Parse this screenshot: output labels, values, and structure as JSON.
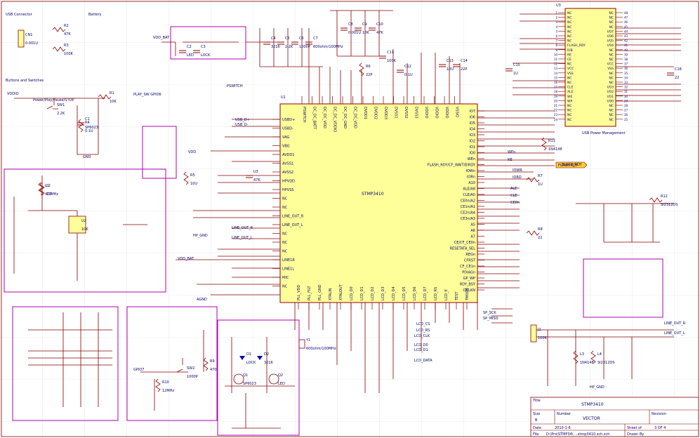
{
  "colors": {
    "wire": "#8b0000",
    "box": "#b000b0",
    "body": "#ffff99",
    "text": "#000066",
    "grid": "#d8d8d8",
    "netlabel": "#ffcc33",
    "blue": "#0000aa"
  },
  "sections": {
    "usb_connector": "USB Connector",
    "battery": "Battery",
    "buttons": "Buttons and Switches",
    "play_label": "Power/Play/Pause/STOP",
    "usb_power": "USB Power Management"
  },
  "chip": {
    "ref": "U1",
    "name": "STMP3410"
  },
  "left_pins": [
    "USBD+",
    "USBD-",
    "VAG",
    "VBG",
    "AVDD1",
    "AVSS1",
    "AVSS2",
    "HPVDD",
    "HPVSS",
    "NC",
    "NC",
    "LINE_OUT_R",
    "LINE_OUT_L",
    "NC",
    "NC",
    "NC",
    "LINE1R",
    "LINE1L",
    "MIC",
    "NC"
  ],
  "top_pins": [
    "PSWITCH",
    "DC_DC_BATT",
    "DC_DC_VDD",
    "DC_DC_VDDIO",
    "DC_DC_GND",
    "DC_DC_VDD",
    "DVDD1",
    "DVDD2",
    "DVDD3",
    "DVSS1",
    "DVSS2",
    "DVSS3",
    "VDDIO",
    "VDDIO",
    "VDDIO",
    "VSSIO"
  ],
  "right_pins": [
    "IO7",
    "IO6",
    "IO5",
    "IO4",
    "IO3",
    "IO2",
    "IO1",
    "IO0",
    "WEn",
    "FLASH_RDY/CF_WAIT/EIRDY",
    "IOWn",
    "IORn",
    "A10",
    "ALE/A8",
    "CLE/A0",
    "CE0n/A2",
    "CE1n/A1",
    "CE2n/A4",
    "CE3n/A3",
    "A5",
    "A6",
    "A7",
    "CE/CF_CE0n",
    "RESETATA_SEL",
    "REGn",
    "CFRST",
    "CF_CE1n",
    "PDIAGn",
    "GP_WP",
    "RDY_BSY",
    "DCLKN"
  ],
  "bottom_pins": [
    "PLL_VDD",
    "PLL_FILT",
    "PLL_GND",
    "XTALIN",
    "XTALOUT",
    "LCD_D0",
    "LCD_D1",
    "LCD_D2",
    "LCD_D3",
    "LCD_D4",
    "LCD_D5",
    "LCD_D6",
    "LCD_D7",
    "LCD_RS",
    "LCD_E",
    "TEST",
    "TMODE"
  ],
  "net_labels": [
    "VDD_BAT",
    "VDDIO",
    "PSWITCH",
    "PLAY_SW GPIO6",
    "USB_D+",
    "USB_D-",
    "LINE_OUT_R",
    "LINE_OUT_L",
    "HP_GND",
    "FLASH_RDY",
    "VDD_BAT",
    "LCD_CLK",
    "LCD_D0",
    "LCD_D1",
    "LCD_DATA",
    "GPIO7",
    "IOWR",
    "IORD",
    "CE0n",
    "ALE",
    "CLE",
    "WEn",
    "RE",
    "AGND",
    "GND",
    "VDD",
    "LCD_CS",
    "LCD_RS",
    "LINE_OUT_R",
    "LINE_OUT_L",
    "HP_GND",
    "SP_SCK",
    "SP_MISO"
  ],
  "components": [
    "R1",
    "R2",
    "R3",
    "R4",
    "R5",
    "R6",
    "R7",
    "R8",
    "R9",
    "R10",
    "R11",
    "R12",
    "C1",
    "C2",
    "C3",
    "C4",
    "C5",
    "C6",
    "C7",
    "C8",
    "C9",
    "C10",
    "C11",
    "C12",
    "C13",
    "C14",
    "C15",
    "C16",
    "L1",
    "L2",
    "L3",
    "L4",
    "Q1",
    "Q2",
    "D1",
    "D2",
    "SW1",
    "SW2",
    "Y1",
    "CN1",
    "U2",
    "U3",
    "J1"
  ],
  "values": [
    "10K",
    "47K",
    "100K",
    "0.1U",
    "10U",
    "22P",
    "1U",
    "22",
    "470",
    "12MHz",
    "1N4148",
    "SI2312DS",
    "SP6023",
    "LED",
    "LOCK",
    "3216",
    "2.2K",
    "1000P",
    "600ohm/100MHz",
    "0.001U"
  ],
  "u3": {
    "ref": "U3",
    "pins_left": [
      "NC",
      "NC",
      "NC",
      "NC",
      "NC",
      "NC",
      "NC",
      "FLASH_RDY",
      "R/B",
      "RE",
      "CE",
      "NC",
      "VCC",
      "VSS",
      "NC",
      "NC",
      "CLE",
      "ALE",
      "WE",
      "WP",
      "NC",
      "NC",
      "NC",
      "NC"
    ],
    "pins_right": [
      "NC",
      "NC",
      "NC",
      "NC",
      "I/O7",
      "I/O6",
      "I/O5",
      "I/O4",
      "NC",
      "NC",
      "NC",
      "VCC",
      "VSS",
      "NC",
      "NC",
      "NC",
      "I/O3",
      "I/O2",
      "I/O1",
      "I/O0",
      "NC",
      "NC",
      "NC",
      "NC"
    ]
  },
  "flash_rdy": "FLASH RDY",
  "title_block": {
    "title_label": "Title",
    "title": "STMP3410",
    "size_label": "Size",
    "size": "B",
    "number_label": "Number",
    "number": "VECTOR",
    "revision_label": "Revision",
    "revision": "",
    "date_label": "Date",
    "date": "2010-1-6",
    "file_label": "File",
    "file": "D:\\Pro\\STMP34\\ ...stmp3410.sch.sch",
    "sheet_label": "Sheet of",
    "sheet": "3 OF 4",
    "drawn_label": "Drawn By",
    "drawn": ""
  }
}
